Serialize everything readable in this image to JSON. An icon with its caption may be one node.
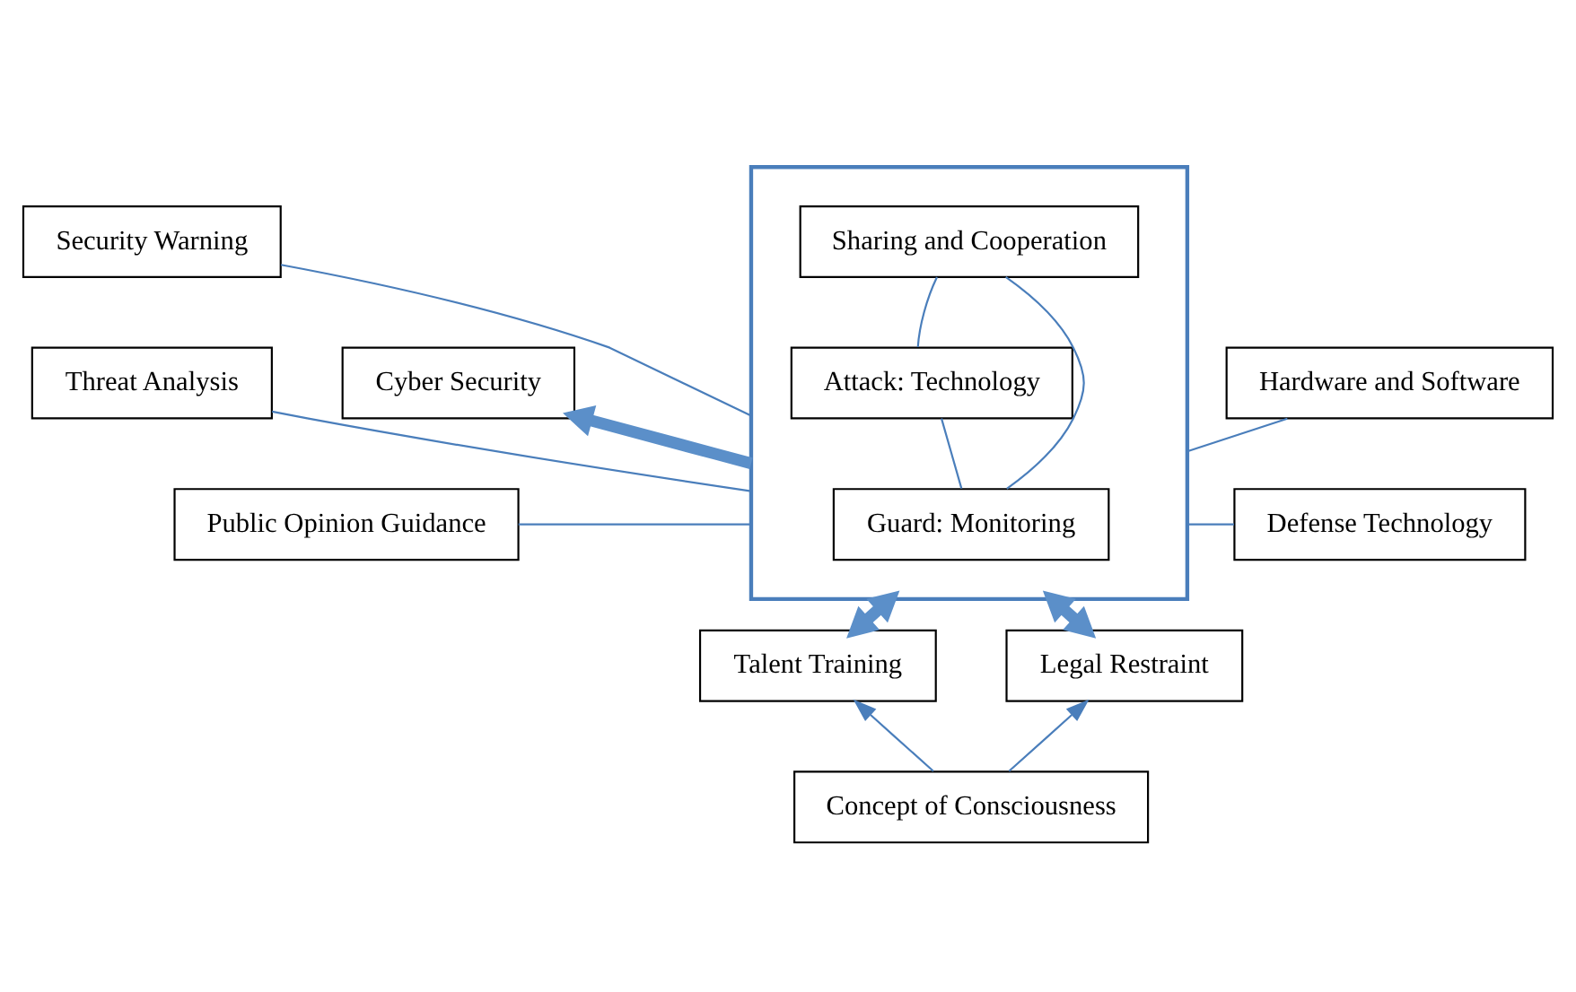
{
  "diagram": {
    "nodes": [
      {
        "text": [
          "Cyber Security"
        ]
      },
      {
        "text": [
          "Security Warning"
        ]
      },
      {
        "text": [
          "Threat Analysis"
        ]
      },
      {
        "text": [
          "Public Opinion Guidance"
        ]
      },
      {
        "text": [],
        "shape": "box"
      },
      {
        "text": [
          "Guard: Monitoring"
        ],
        "in": 4
      },
      {
        "text": [
          "Attack: Technology"
        ],
        "in": 4
      },
      {
        "text": [
          "Sharing and Cooperation"
        ],
        "in": 4
      },
      {
        "text": [
          "Hardware and Software"
        ]
      },
      {
        "text": [
          "Defense Technology"
        ]
      },
      {
        "text": [
          "Talent Training"
        ]
      },
      {
        "text": [
          "Legal Restraint"
        ]
      },
      {
        "text": [
          "Concept of Consciousness"
        ]
      }
    ],
    "edges": [
      {
        "from": 4,
        "to": 0,
        "arrow": "to",
        "style": "thick",
        "color": "#5b8fc9"
      },
      {
        "from": 1,
        "to": 4,
        "arrow": "none"
      },
      {
        "from": 2,
        "to": 4,
        "arrow": "none"
      },
      {
        "from": 3,
        "to": 4,
        "arrow": "none"
      },
      {
        "from": 5,
        "to": 6,
        "arrow": "none"
      },
      {
        "from": 5,
        "to": 7,
        "arrow": "none"
      },
      {
        "from": 6,
        "to": 7,
        "arrow": "none"
      },
      {
        "from": 4,
        "to": 8,
        "arrow": "none"
      },
      {
        "from": 4,
        "to": 9,
        "arrow": "none"
      },
      {
        "from": 10,
        "to": 4,
        "arrow": "both",
        "style": "thick",
        "color": "#5b8fc9"
      },
      {
        "from": 11,
        "to": 4,
        "arrow": "both",
        "style": "thick",
        "color": "#5b8fc9"
      },
      {
        "from": 12,
        "to": 10,
        "arrow": "to"
      },
      {
        "from": 12,
        "to": 11,
        "arrow": "to"
      }
    ]
  }
}
